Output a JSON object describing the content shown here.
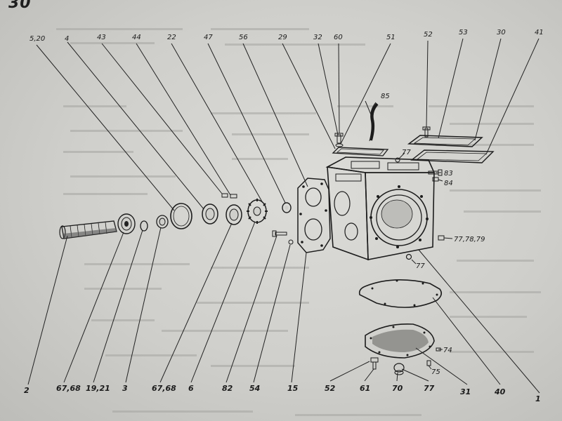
{
  "page_number": "30",
  "colors": {
    "paper": "#cfcfcb",
    "ink": "#1c1c1c",
    "bleed": "#9a9a96"
  },
  "labels": {
    "top": [
      "5,20",
      "4",
      "43",
      "44",
      "22",
      "47",
      "56",
      "29",
      "32",
      "60",
      "51",
      "52",
      "53",
      "30",
      "41"
    ],
    "bottom": [
      "2",
      "67,68",
      "19,21",
      "3",
      "67,68",
      "6",
      "82",
      "54",
      "15",
      "52",
      "61",
      "70",
      "77",
      "31",
      "40",
      "1"
    ],
    "right": [
      "83",
      "84",
      "77,78,79",
      "77",
      "74",
      "75"
    ],
    "inner": [
      "85",
      "77"
    ]
  }
}
